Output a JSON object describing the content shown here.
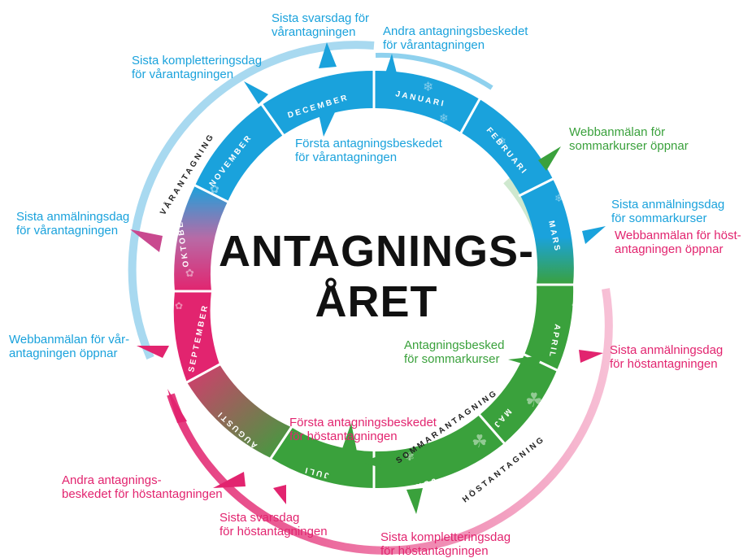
{
  "title": {
    "line1": "ANTAGNINGS-",
    "line2": "ÅRET"
  },
  "colors": {
    "blue": "#1aa2dc",
    "green": "#3aa13c",
    "pink": "#e2246f",
    "lightblue": "#a8d9f0",
    "lightpink": "#f6b9d1",
    "lightgreen": "#cfe8cf"
  },
  "months": [
    "DECEMBER",
    "JANUARI",
    "FEBRUARI",
    "MARS",
    "APRIL",
    "MAJ",
    "JUNI",
    "JULI",
    "AUGUSTI",
    "SEPTEMBER",
    "OKTOBER",
    "NOVEMBER"
  ],
  "bands": {
    "spring": "VÅRANTAGNING",
    "summer": "SOMMARANTAGNING",
    "autumn": "HÖSTANTAGNING"
  },
  "annotations": {
    "a1": {
      "line1": "Sista svarsdag för",
      "line2": "vårantagningen"
    },
    "a2": {
      "line1": "Andra antagningsbeskedet",
      "line2": "för vårantagningen"
    },
    "a3": {
      "line1": "Sista kompletteringsdag",
      "line2": "för vårantagningen"
    },
    "a4": {
      "line1": "Första antagningsbeskedet",
      "line2": "för vårantagningen"
    },
    "a5": {
      "line1": "Webbanmälan för",
      "line2": "sommarkurser öppnar"
    },
    "a6": {
      "line1": "Sista anmälningsdag",
      "line2": "för sommarkurser"
    },
    "a7": {
      "line1": "Webbanmälan för höst-",
      "line2": "antagningen öppnar"
    },
    "a8": {
      "line1": "Sista anmälningsdag",
      "line2": "för vårantagningen"
    },
    "a9": {
      "line1": "Webbanmälan för vår-",
      "line2": "antagningen öppnar"
    },
    "a10": {
      "line1": "Antagningsbesked",
      "line2": "för sommarkurser"
    },
    "a11": {
      "line1": "Sista anmälningsdag",
      "line2": "för höstantagningen"
    },
    "a12": {
      "line1": "Första antagningsbeskedet",
      "line2": "för höstantagningen"
    },
    "a13": {
      "line1": "Andra antagnings-",
      "line2": "beskedet för höstantagningen"
    },
    "a14": {
      "line1": "Sista svarsdag",
      "line2": "för höstantagningen"
    },
    "a15": {
      "line1": "Sista kompletteringsdag",
      "line2": "för höstantagningen"
    }
  }
}
